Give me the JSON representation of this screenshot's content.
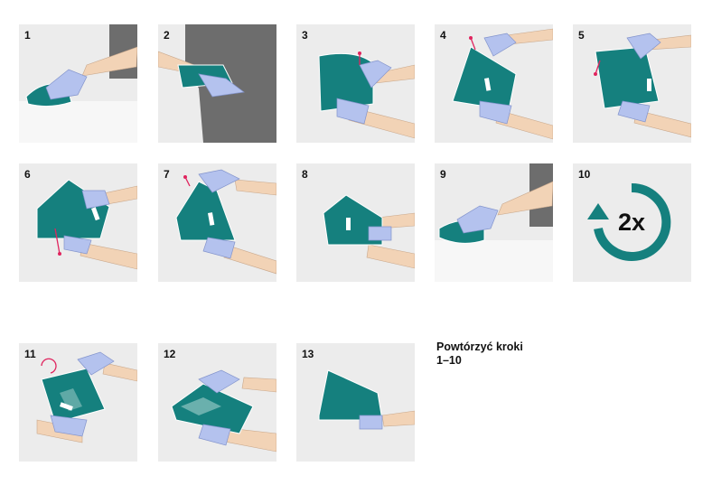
{
  "steps": [
    {
      "number": "1"
    },
    {
      "number": "2"
    },
    {
      "number": "3"
    },
    {
      "number": "4"
    },
    {
      "number": "5"
    },
    {
      "number": "6"
    },
    {
      "number": "7"
    },
    {
      "number": "8"
    },
    {
      "number": "9"
    },
    {
      "number": "10",
      "repeat_label": "2x"
    },
    {
      "number": "11"
    },
    {
      "number": "12"
    },
    {
      "number": "13"
    }
  ],
  "repeat_note": {
    "line1": "Powtórzyć kroki",
    "line2": "1–10"
  },
  "colors": {
    "cloth": "#15807e",
    "glove": "#b4c2ee",
    "skin": "#f2d3b6",
    "shirt": "#6d6d6d",
    "arrow": "#e0245e",
    "panel_bg": "#ececec"
  }
}
